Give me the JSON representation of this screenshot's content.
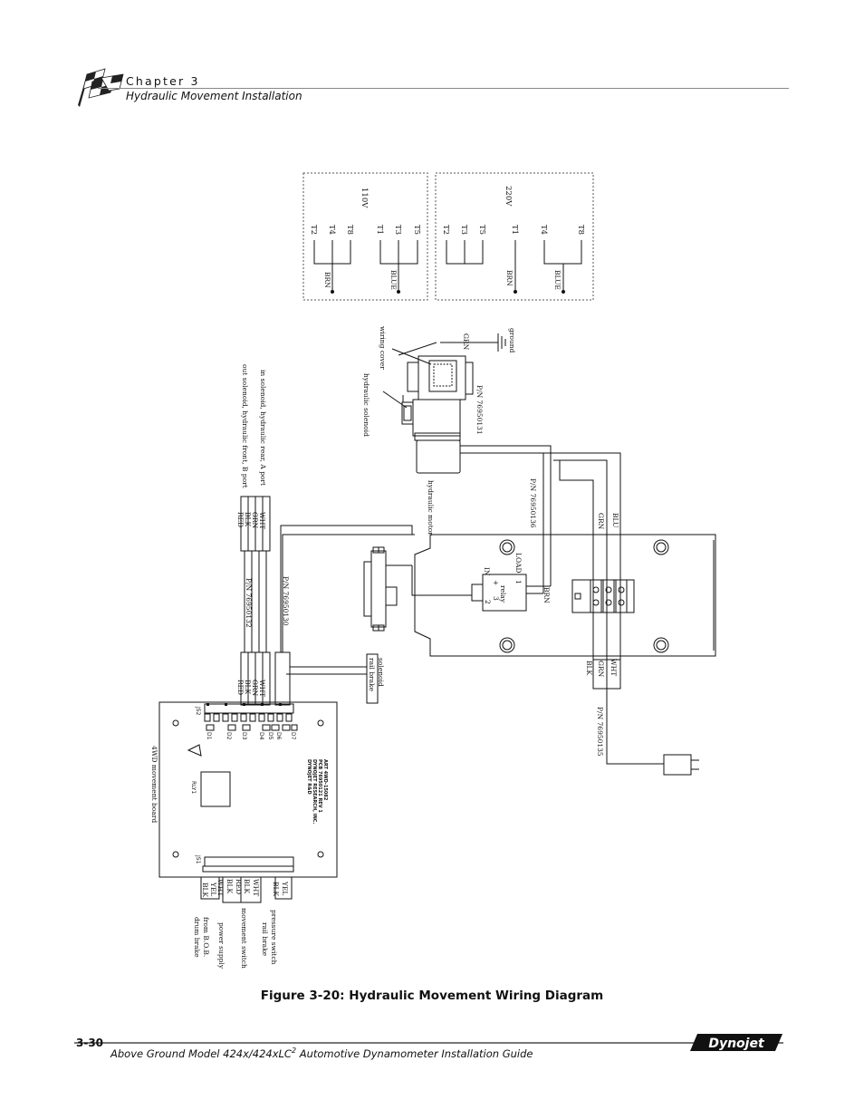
{
  "header": {
    "chapter_label": "Chapter 3",
    "chapter_title": "Hydraulic Movement Installation",
    "logo_icon": "checkered-flag-icon"
  },
  "diagram": {
    "voltage_box_110": {
      "voltage": "110V",
      "terminals_top": [
        "T2",
        "T4",
        "T8"
      ],
      "terminals_bottom": [
        "T1",
        "T3",
        "T5"
      ],
      "wire_a": "BRN",
      "wire_b": "BLUE"
    },
    "voltage_box_220": {
      "voltage": "220V",
      "terminals_top": [
        "T2",
        "T3",
        "T5"
      ],
      "terminal_mid": "T1",
      "terminals_bottom": [
        "T4",
        "T8"
      ],
      "wire_a": "BRN",
      "wire_b": "BLUE"
    },
    "motor_labels": {
      "wiring_cover": "wiring cover",
      "grn": "GRN",
      "ground": "ground",
      "hydraulic_solenoid": "hydraulic solenoid",
      "pn_motor": "P/N 76950131",
      "hydraulic_motor": "hydraulic motor"
    },
    "solenoid_cable": {
      "wires": [
        "RED",
        "BLK",
        "GRN",
        "WHT"
      ],
      "out_solenoid": "out solenoid, hydraulic front, B port",
      "in_solenoid": "in solenoid, hydraulic rear, A port",
      "pn": "P/N 76950132"
    },
    "rail_cable_pn": "P/N 76950130",
    "relay": {
      "in": "IN",
      "plus": "+",
      "relay": "relay",
      "three": "3",
      "two": "2",
      "load": "LOAD",
      "one": "1"
    },
    "relay_cable": {
      "pn": "P/N 76950136",
      "brn": "BRN"
    },
    "motor_cable_top": [
      "GRN",
      "BLU"
    ],
    "power_cable": {
      "wires": [
        "BLK",
        "GRN",
        "WHT"
      ],
      "pn": "P/N 76950135"
    },
    "rail_brake_solenoid": "rail brake solenoid",
    "board": {
      "name": "4WD movement board",
      "top_wires": [
        "RED",
        "BLK",
        "GRN",
        "WHT"
      ],
      "relay_label": "RLY1",
      "connector_top": "JS2",
      "connector_bottom": "JS1",
      "leds": [
        "D1",
        "D2",
        "D3",
        "D4",
        "D5",
        "D6",
        "D7"
      ],
      "company_lines": [
        "DYNOJET R&D",
        "DYNOJET RESEARCH, INC.",
        "PCB 76950121 REV 1",
        "ART 4WD-15082"
      ]
    },
    "bottom_wires": {
      "drum_brake": [
        "BLK",
        "YEL"
      ],
      "power_supply": [
        "WHT",
        "BLK"
      ],
      "movement_switch": [
        "RED",
        "BLK",
        "WHT"
      ],
      "rail_brake": [
        "BLK",
        "YEL"
      ]
    },
    "bottom_labels": {
      "drum_brake": "drum brake from B.O.B.",
      "power_supply": "power supply",
      "movement_switch": "movement switch",
      "rail_brake": "rail brake pressure switch"
    }
  },
  "caption": "Figure 3-20: Hydraulic Movement Wiring Diagram",
  "footer": {
    "page_number": "3-30",
    "title_main": "Above Ground Model 424x/424xLC",
    "title_sup": "2",
    "title_rest": " Automotive Dynamometer Installation Guide",
    "brand": "Dynojet"
  }
}
